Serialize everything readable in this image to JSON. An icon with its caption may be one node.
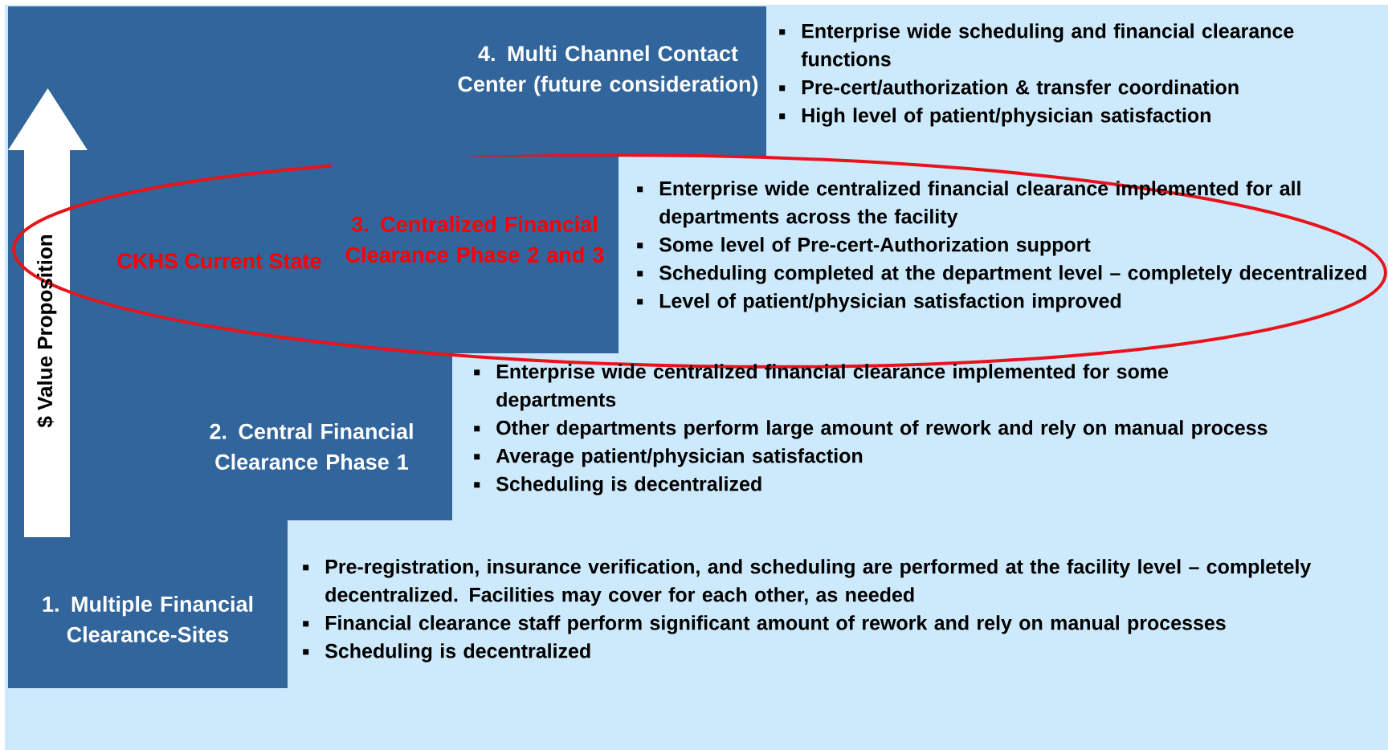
{
  "diagram": {
    "nodes": [
      {
        "text": [
          "4. Multi Channel Contact Center (future consideration)"
        ],
        "beside": [
          "Enterprise wide scheduling and financial clearance functions",
          "Pre-cert/authorization & transfer coordination",
          "High level of patient/physician satisfaction"
        ]
      },
      {
        "text": [
          "3. Centralized Financial Clearance Phase 2 and 3"
        ],
        "beside": [
          "Enterprise wide centralized financial clearance implemented for all departments across the facility",
          "Some level of Pre-cert-Authorization support",
          "Scheduling completed at the department level – completely decentralized",
          "Level of patient/physician satisfaction improved"
        ]
      },
      {
        "text": [
          "2. Central Financial Clearance Phase 1"
        ],
        "beside": [
          "Enterprise wide centralized financial clearance implemented for some departments",
          "Other departments perform large amount of rework and rely on manual process",
          "Average patient/physician satisfaction",
          "Scheduling is decentralized"
        ]
      },
      {
        "text": [
          "1. Multiple Financial Clearance-Sites"
        ],
        "beside": [
          "Pre-registration, insurance verification, and scheduling are performed at the facility level – completely decentralized.  Facilities may cover for each other, as needed",
          "Financial clearance staff perform significant amount of rework and rely on manual processes",
          "Scheduling is decentralized"
        ]
      }
    ],
    "labels": [
      "CKHS Current State",
      "$ Value Proposition"
    ]
  }
}
